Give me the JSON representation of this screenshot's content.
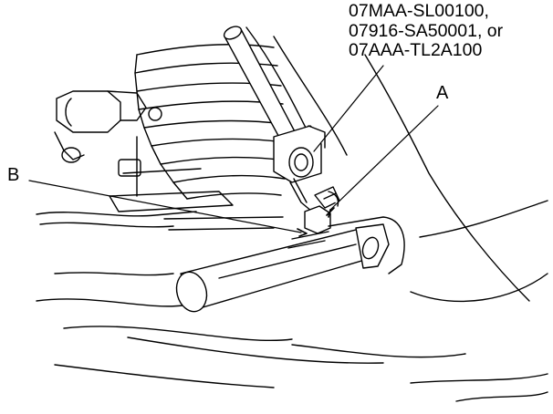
{
  "tool_part_numbers": [
    "07MAA-SL00100,",
    "07916-SA50001, or",
    "07AAA-TL2A100"
  ],
  "callouts": {
    "a": "A",
    "b": "B"
  },
  "colors": {
    "line": "#000000",
    "fill": "#ffffff"
  }
}
